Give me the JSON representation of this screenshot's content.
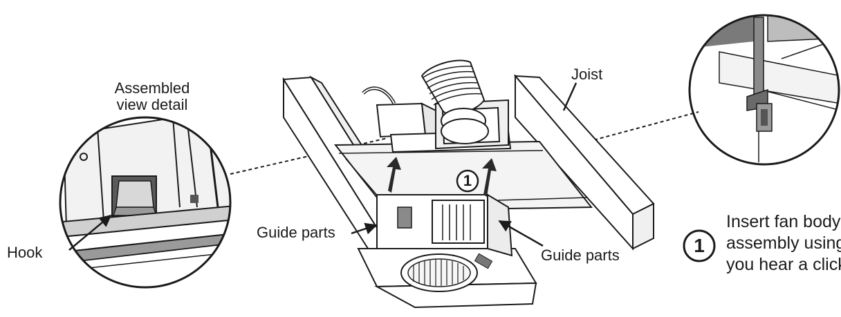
{
  "labels": {
    "assembled_view_detail": [
      "Assembled",
      "view detail"
    ],
    "hook": "Hook",
    "joist": "Joist",
    "guide_parts_left": "Guide parts",
    "guide_parts_right": "Guide parts",
    "step_badge_number": "1",
    "step_marker_number": "1"
  },
  "instruction": {
    "number": "1",
    "lines": [
      "Insert fan body",
      "assembly using",
      "you hear a click"
    ]
  },
  "colors": {
    "line": "#1a1a1a",
    "gray_fill": "#8a8a8a",
    "light_fill": "#e9e9e9",
    "background": "#ffffff"
  },
  "icons": [
    "magnified-detail-circle",
    "upward-arrow-icon",
    "step-number-badge",
    "pointer-arrow-icon"
  ]
}
